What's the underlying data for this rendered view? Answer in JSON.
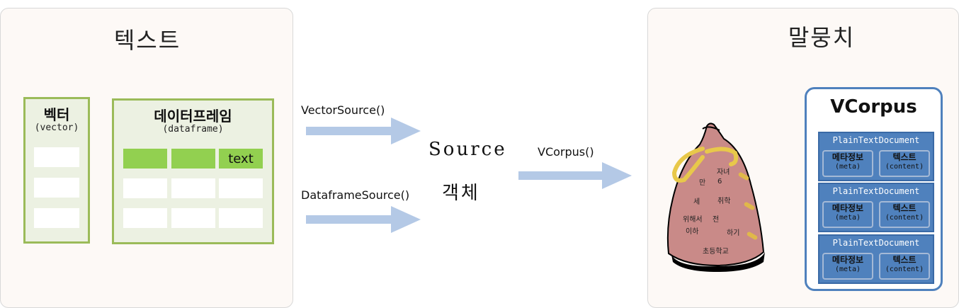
{
  "text_panel": {
    "title": "텍스트",
    "vector_box": {
      "title": "벡터",
      "subtitle": "(vector)"
    },
    "dataframe_box": {
      "title": "데이터프레임",
      "subtitle": "(dataframe)",
      "text_cell": "text"
    }
  },
  "arrows": {
    "vector_source": "VectorSource()",
    "dataframe_source": "DataframeSource()",
    "vcorpus_fn": "VCorpus()"
  },
  "source_object": {
    "line1": "Source",
    "line2": "객체"
  },
  "corpus_panel": {
    "title": "말뭉치",
    "bag_words": [
      "자녀",
      "만",
      "6",
      "세",
      "취학",
      "위해서",
      "전",
      "이하",
      "하기",
      "초등학교"
    ],
    "vcorpus": {
      "title": "VCorpus",
      "documents": [
        {
          "title": "PlainTextDocument",
          "meta_label": "메타정보",
          "meta_en": "(meta)",
          "content_label": "텍스트",
          "content_en": "(content)"
        },
        {
          "title": "PlainTextDocument",
          "meta_label": "메타정보",
          "meta_en": "(meta)",
          "content_label": "텍스트",
          "content_en": "(content)"
        },
        {
          "title": "PlainTextDocument",
          "meta_label": "메타정보",
          "meta_en": "(meta)",
          "content_label": "텍스트",
          "content_en": "(content)"
        }
      ]
    }
  },
  "colors": {
    "panel_bg": "#fdf9f6",
    "green_border": "#9bbb59",
    "green_fill": "#92d050",
    "arrow": "#b4c9e6",
    "doc_blue": "#4f81bd",
    "bag": "#c98a88",
    "rope": "#e8c84a"
  }
}
